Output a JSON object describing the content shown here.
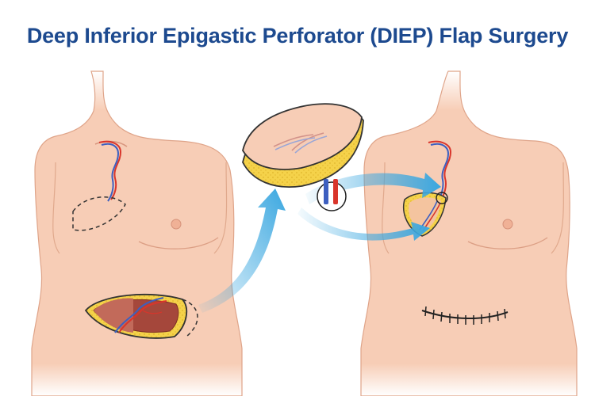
{
  "title": "Deep Inferior Epigastic Perforator (DIEP) Flap Surgery",
  "colors": {
    "title": "#1d4a8f",
    "skin": "#f7cdb6",
    "skin_outline": "#d99b80",
    "fat": "#f5d24a",
    "artery": "#d9352b",
    "vein": "#3d5fc0",
    "arrow": "#3aa7e0",
    "muscle": "#a5473b"
  },
  "diagram": {
    "panels": [
      "donor-torso",
      "excised-flap",
      "recipient-torso"
    ],
    "arrows": [
      "abdomen-to-flap",
      "flap-to-chest"
    ]
  }
}
